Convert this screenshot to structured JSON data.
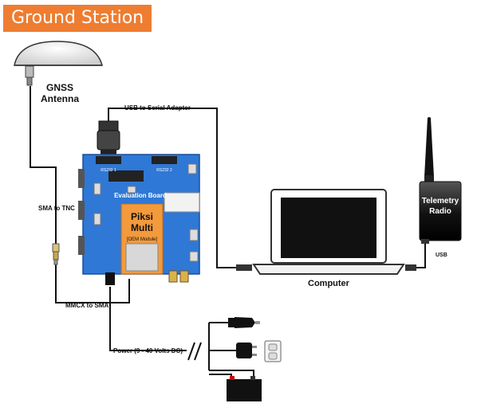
{
  "banner": {
    "title": "Ground Station"
  },
  "labels": {
    "gnss_antenna_line1": "GNSS",
    "gnss_antenna_line2": "Antenna",
    "usb_serial": "USB to Serial Adapter",
    "sma_tnc": "SMA to TNC",
    "mmcx_sma": "MMCX to SMA",
    "power": "Power (9 - 40 Volts DC)",
    "eval_board": "Evaluation Board",
    "rs232_1": "RS232 1",
    "rs232_2": "RS232 2",
    "piksi_line1": "Piksi",
    "piksi_line2": "Multi",
    "oem_module": "[OEM Module]",
    "computer": "Computer",
    "telemetry_line1": "Telemetry",
    "telemetry_line2": "Radio",
    "usb": "USB"
  },
  "colors": {
    "banner": "#ee7d31",
    "board": "#2f78d6",
    "module": "#f39a3c",
    "wire": "#111111"
  }
}
